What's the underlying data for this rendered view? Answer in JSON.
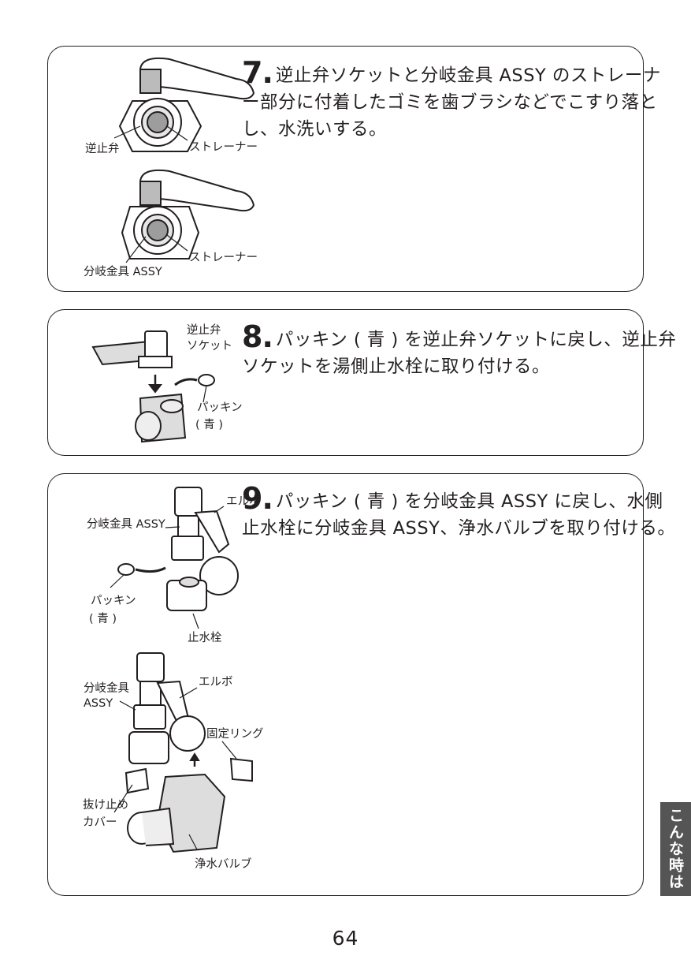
{
  "steps": [
    {
      "number": "7.",
      "text": "逆止弁ソケットと分岐金具 ASSY のストレーナー部分に付着したゴミを歯ブラシなどでこすり落とし、水洗いする。",
      "labels": {
        "check_valve": "逆止弁",
        "strainer_a": "ストレーナー",
        "branch_assy": "分岐金具 ASSY",
        "strainer_b": "ストレーナー"
      }
    },
    {
      "number": "8.",
      "text": "パッキン ( 青 ) を逆止弁ソケットに戻し、逆止弁ソケットを湯側止水栓に取り付ける。",
      "labels": {
        "check_valve_socket_1": "逆止弁",
        "check_valve_socket_2": "ソケット",
        "packing": "パッキン",
        "packing_color": "( 青 )"
      }
    },
    {
      "number": "9.",
      "text": "パッキン ( 青 ) を分岐金具 ASSY に戻し、水側止水栓に分岐金具 ASSY、浄水バルブを取り付ける。",
      "labels": {
        "elbow_a": "エルボ",
        "branch_assy_a": "分岐金具 ASSY",
        "packing": "パッキン",
        "packing_color": "( 青 )",
        "stop_valve": "止水栓",
        "branch_assy_b1": "分岐金具",
        "branch_assy_b2": "ASSY",
        "elbow_b": "エルボ",
        "fixing_ring": "固定リング",
        "retainer_1": "抜け止め",
        "retainer_2": "カバー",
        "purifier_valve": "浄水バルブ"
      }
    }
  ],
  "side_tab": "こんな時は",
  "page_number": "64"
}
